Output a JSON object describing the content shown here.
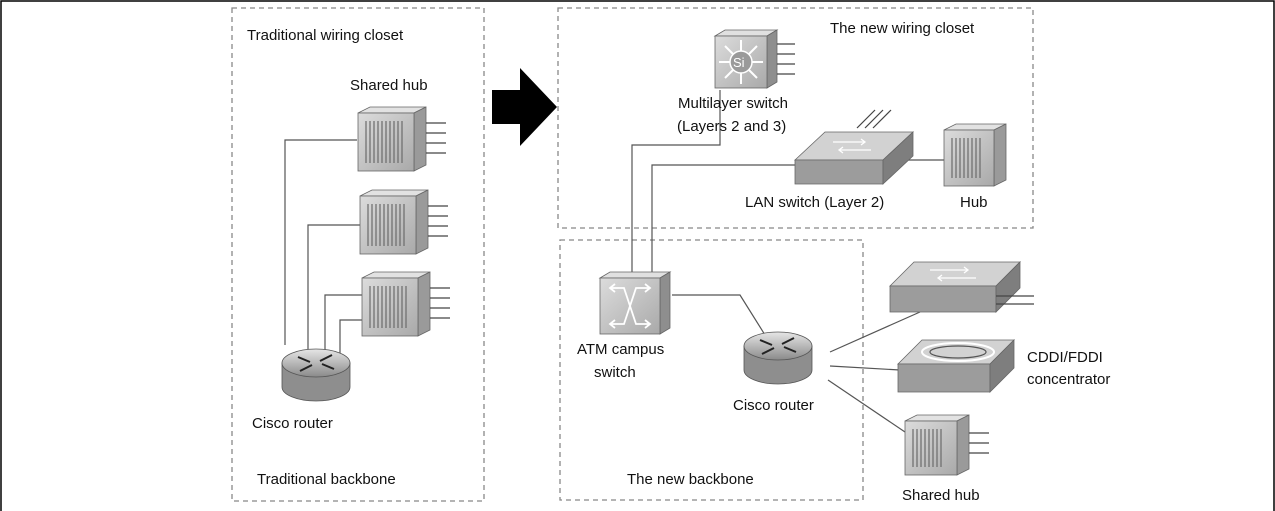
{
  "labels": {
    "traditional_closet": "Traditional wiring closet",
    "shared_hub_top": "Shared hub",
    "cisco_router_left": "Cisco router",
    "traditional_backbone": "Traditional backbone",
    "new_closet": "The new wiring closet",
    "multilayer_switch_line1": "Multilayer switch",
    "multilayer_switch_line2": "(Layers 2 and 3)",
    "si_badge": "Si",
    "lan_switch": "LAN switch (Layer 2)",
    "hub": "Hub",
    "atm_line1": "ATM campus",
    "atm_line2": "switch",
    "cisco_router_right": "Cisco router",
    "cddi_line1": "CDDI/FDDI",
    "cddi_line2": "concentrator",
    "new_backbone": "The new backbone",
    "shared_hub_bottom": "Shared hub"
  },
  "colors": {
    "device_face": "#c8c8c8",
    "device_dark": "#8c8c8c",
    "line": "#444444",
    "dashed_border": "#888888",
    "arrow": "#000000"
  }
}
